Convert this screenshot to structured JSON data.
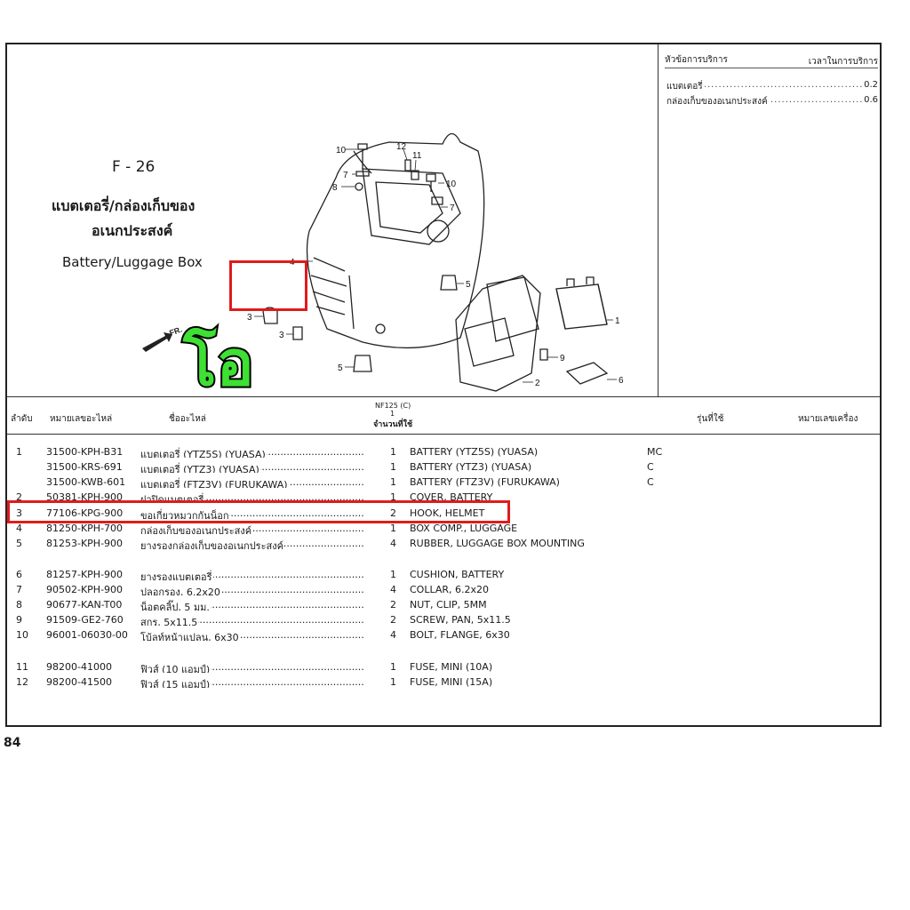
{
  "service_box": {
    "header_left": "หัวข้อการบริการ",
    "header_right": "เวลาในการบริการ",
    "rows": [
      {
        "name": "แบตเตอรี่",
        "value": "0.2"
      },
      {
        "name": "กล่องเก็บของอเนกประสงค์",
        "value": "0.6"
      }
    ]
  },
  "title": {
    "code": "F - 26",
    "thai_line1": "แบตเตอรี่/กล่องเก็บของ",
    "thai_line2": "อเนกประสงค์",
    "english": "Battery/Luggage Box"
  },
  "diagram": {
    "callouts": [
      "10",
      "7",
      "8",
      "12",
      "11",
      "10",
      "7",
      "4",
      "5",
      "3",
      "3",
      "5",
      "1",
      "9",
      "2",
      "6"
    ],
    "front_arrow": "FR."
  },
  "overlay_text": "โอ",
  "table_header": {
    "seq": "ลำดับ",
    "part_no": "หมายเลขอะไหล่",
    "part_name": "ชื่ออะไหล่",
    "model": "NF125 (C)",
    "model_sub": "1",
    "qty": "จำนวนที่ใช้",
    "used_model": "รุ่นที่ใช้",
    "engine_no": "หมายเลขเครื่อง"
  },
  "parts": [
    {
      "idx": "1",
      "part_no": "31500-KPH-B31",
      "th": "แบตเตอรี่ (YTZ5S) (YUASA)",
      "qty": "1",
      "en": "BATTERY (YTZ5S) (YUASA)",
      "model": "MC"
    },
    {
      "idx": "",
      "part_no": "31500-KRS-691",
      "th": "แบตเตอรี่ (YTZ3) (YUASA)",
      "qty": "1",
      "en": "BATTERY (YTZ3) (YUASA)",
      "model": "C"
    },
    {
      "idx": "",
      "part_no": "31500-KWB-601",
      "th": "แบตเตอรี่ (FTZ3V) (FURUKAWA)",
      "qty": "1",
      "en": "BATTERY (FTZ3V) (FURUKAWA)",
      "model": "C"
    },
    {
      "idx": "2",
      "part_no": "50381-KPH-900",
      "th": "ฝาปิดแบตเตอรี่",
      "qty": "1",
      "en": "COVER, BATTERY",
      "model": ""
    },
    {
      "idx": "3",
      "part_no": "77106-KPG-900",
      "th": "ขอเกี่ยวหมวกกันน็อก",
      "qty": "2",
      "en": "HOOK, HELMET",
      "model": ""
    },
    {
      "idx": "4",
      "part_no": "81250-KPH-700",
      "th": "กล่องเก็บของอเนกประสงค์",
      "qty": "1",
      "en": "BOX COMP., LUGGAGE",
      "model": ""
    },
    {
      "idx": "5",
      "part_no": "81253-KPH-900",
      "th": "ยางรองกล่องเก็บของอเนกประสงค์",
      "qty": "4",
      "en": "RUBBER, LUGGAGE BOX MOUNTING",
      "model": ""
    },
    {
      "idx": "6",
      "part_no": "81257-KPH-900",
      "th": "ยางรองแบตเตอรี่",
      "qty": "1",
      "en": "CUSHION, BATTERY",
      "model": ""
    },
    {
      "idx": "7",
      "part_no": "90502-KPH-900",
      "th": "ปลอกรอง, 6.2x20",
      "qty": "4",
      "en": "COLLAR, 6.2x20",
      "model": ""
    },
    {
      "idx": "8",
      "part_no": "90677-KAN-T00",
      "th": "น็อตคลิ๊ป, 5 มม.",
      "qty": "2",
      "en": "NUT, CLIP, 5MM",
      "model": ""
    },
    {
      "idx": "9",
      "part_no": "91509-GE2-760",
      "th": "สกรู, 5x11.5",
      "qty": "2",
      "en": "SCREW, PAN, 5x11.5",
      "model": ""
    },
    {
      "idx": "10",
      "part_no": "96001-06030-00",
      "th": "โบ้ลท์หน้าแปลน, 6x30",
      "qty": "4",
      "en": "BOLT, FLANGE, 6x30",
      "model": ""
    },
    {
      "idx": "11",
      "part_no": "98200-41000",
      "th": "ฟิวส์ (10 แอมป์)",
      "qty": "1",
      "en": "FUSE, MINI (10A)",
      "model": ""
    },
    {
      "idx": "12",
      "part_no": "98200-41500",
      "th": "ฟิวส์ (15 แอมป์)",
      "qty": "1",
      "en": "FUSE, MINI (15A)",
      "model": ""
    }
  ],
  "highlight_color": "#e01b1b",
  "overlay_color": "#3ee033",
  "page_number": "84"
}
